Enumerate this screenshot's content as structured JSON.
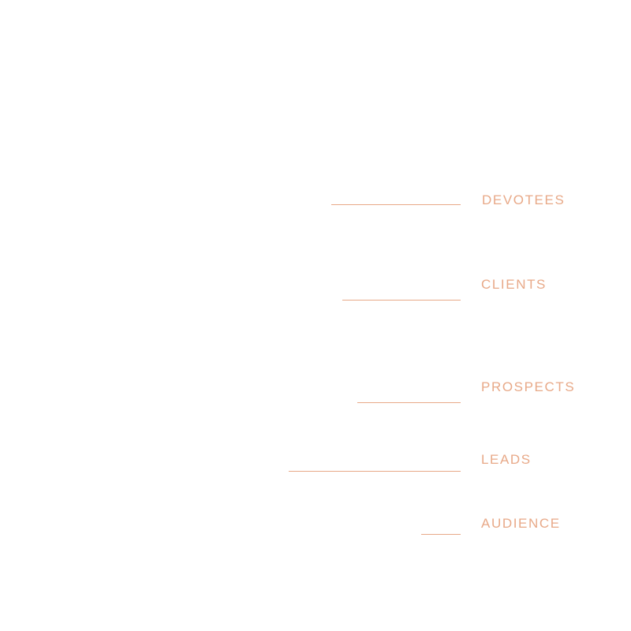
{
  "accent_color": "#e8a988",
  "stages": [
    {
      "label": "DEVOTEES"
    },
    {
      "label": "CLIENTS"
    },
    {
      "label": "PROSPECTS"
    },
    {
      "label": "LEADS"
    },
    {
      "label": "AUDIENCE"
    }
  ]
}
